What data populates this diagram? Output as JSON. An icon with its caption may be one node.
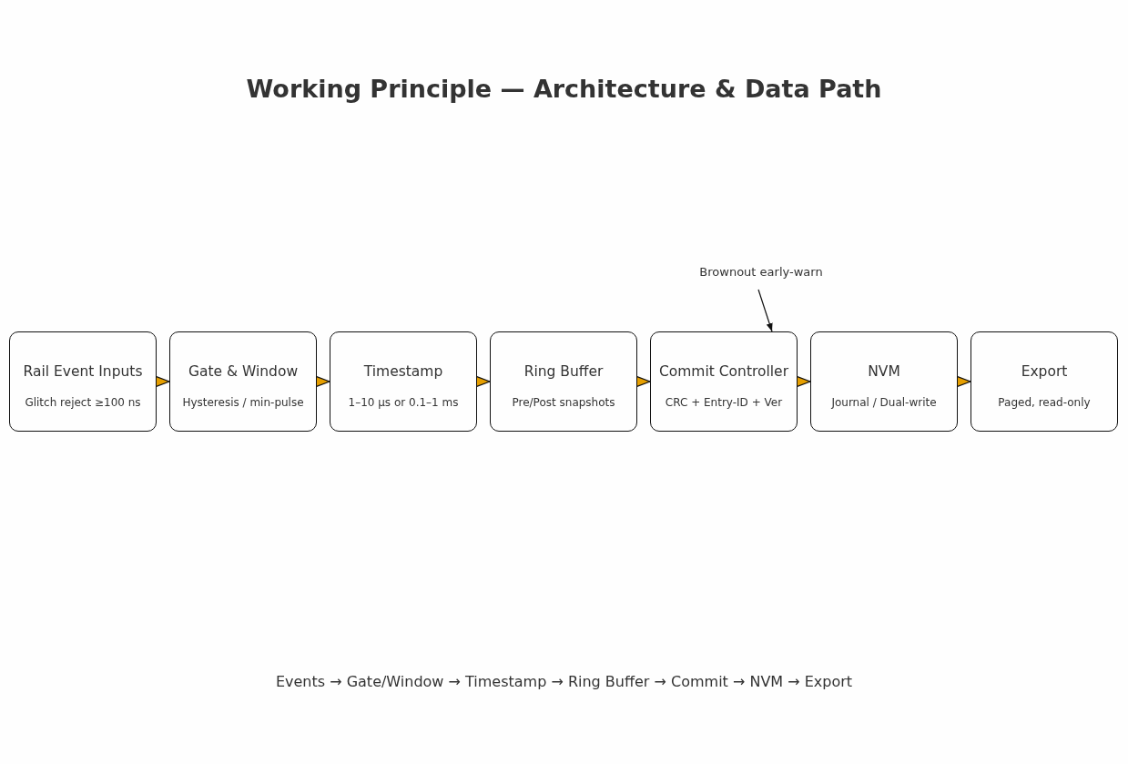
{
  "diagram": {
    "title": "Working Principle — Architecture & Data Path",
    "caption": "Events → Gate/Window → Timestamp → Ring Buffer → Commit → NVM → Export",
    "nodes": [
      {
        "text": [
          "Brownout early-warn"
        ]
      },
      {
        "text": [
          "Rail Event Inputs",
          "Glitch reject ≥100 ns"
        ]
      },
      {
        "text": [
          "Gate & Window",
          "Hysteresis / min-pulse"
        ]
      },
      {
        "text": [
          "Timestamp",
          "1–10 µs or 0.1–1 ms"
        ]
      },
      {
        "text": [
          "Ring Buffer",
          "Pre/Post snapshots"
        ]
      },
      {
        "text": [
          "Commit Controller",
          "CRC + Entry-ID + Ver"
        ]
      },
      {
        "text": [
          "NVM",
          "Journal / Dual-write"
        ]
      },
      {
        "text": [
          "Export",
          "Paged, read-only"
        ]
      }
    ],
    "edges": [
      {
        "from": 0,
        "to": 5,
        "arrow": "to"
      },
      {
        "from": 1,
        "to": 2,
        "arrow": "to"
      },
      {
        "from": 2,
        "to": 3,
        "arrow": "to"
      },
      {
        "from": 3,
        "to": 4,
        "arrow": "to"
      },
      {
        "from": 4,
        "to": 5,
        "arrow": "to"
      },
      {
        "from": 5,
        "to": 6,
        "arrow": "to"
      },
      {
        "from": 6,
        "to": 7,
        "arrow": "to"
      }
    ]
  }
}
